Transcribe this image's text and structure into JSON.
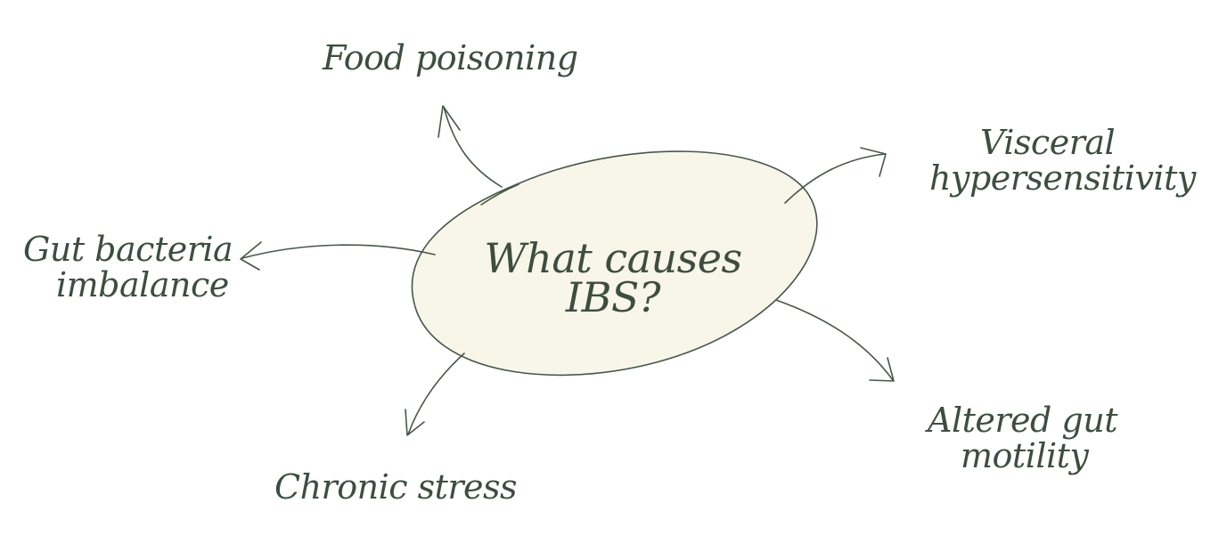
{
  "center": {
    "line1": "What causes",
    "line2": "IBS?"
  },
  "causes": {
    "food": "Food poisoning",
    "visceral_1": "Visceral",
    "visceral_2": "hypersensitivity",
    "gut_bacteria_1": "Gut bacteria",
    "gut_bacteria_2": "imbalance",
    "motility_1": "Altered gut",
    "motility_2": "motility",
    "stress": "Chronic stress"
  },
  "colors": {
    "ink": "#3d4e40",
    "bubble_fill": "#f8f6e8"
  }
}
